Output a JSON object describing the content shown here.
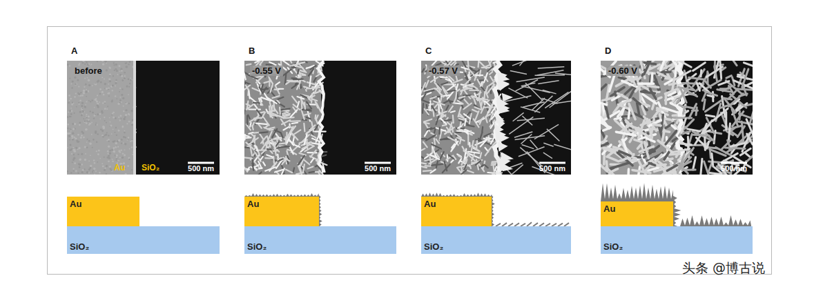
{
  "diagram": {
    "nodes": [
      {
        "text": [
          "A",
          "before",
          "Au",
          "SiO₂",
          "500 nm"
        ]
      },
      {
        "text": [
          "B",
          "-0.55 V",
          "500 nm"
        ]
      },
      {
        "text": [
          "C",
          "-0.57 V",
          "500 nm"
        ]
      },
      {
        "text": [
          "D",
          "-0.60 V",
          "500 nm"
        ]
      },
      {
        "text": [
          "Au"
        ]
      },
      {
        "text": [
          "SiO₂"
        ]
      },
      {
        "text": [
          "Au"
        ]
      },
      {
        "text": [
          "SiO₂"
        ]
      },
      {
        "text": [
          "Au"
        ]
      },
      {
        "text": [
          "SiO₂"
        ]
      },
      {
        "text": [
          "Au"
        ]
      },
      {
        "text": [
          "SiO₂"
        ]
      }
    ],
    "labels": [
      "头条 @博古说"
    ]
  }
}
